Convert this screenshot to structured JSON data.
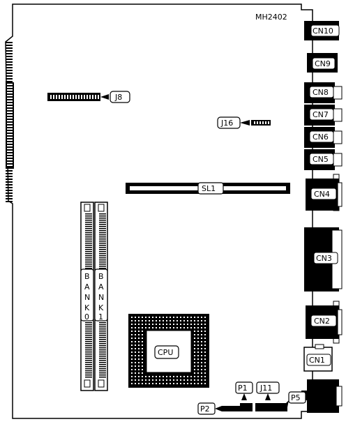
{
  "model": "MH2402",
  "labels": {
    "cn10": "CN10",
    "cn9": "CN9",
    "cn8": "CN8",
    "cn7": "CN7",
    "cn6": "CN6",
    "cn5": "CN5",
    "cn4": "CN4",
    "cn3": "CN3",
    "cn2": "CN2",
    "cn1": "CN1",
    "j8": "J8",
    "j16": "J16",
    "sl1": "SL1",
    "cpu": "CPU",
    "p1": "P1",
    "p2": "P2",
    "p5": "P5",
    "j11": "J11"
  },
  "banks": {
    "bank0": [
      "B",
      "A",
      "N",
      "K",
      "0"
    ],
    "bank1": [
      "B",
      "A",
      "N",
      "K",
      "1"
    ]
  },
  "colors": {
    "ink": "#000000",
    "paper": "#ffffff"
  }
}
